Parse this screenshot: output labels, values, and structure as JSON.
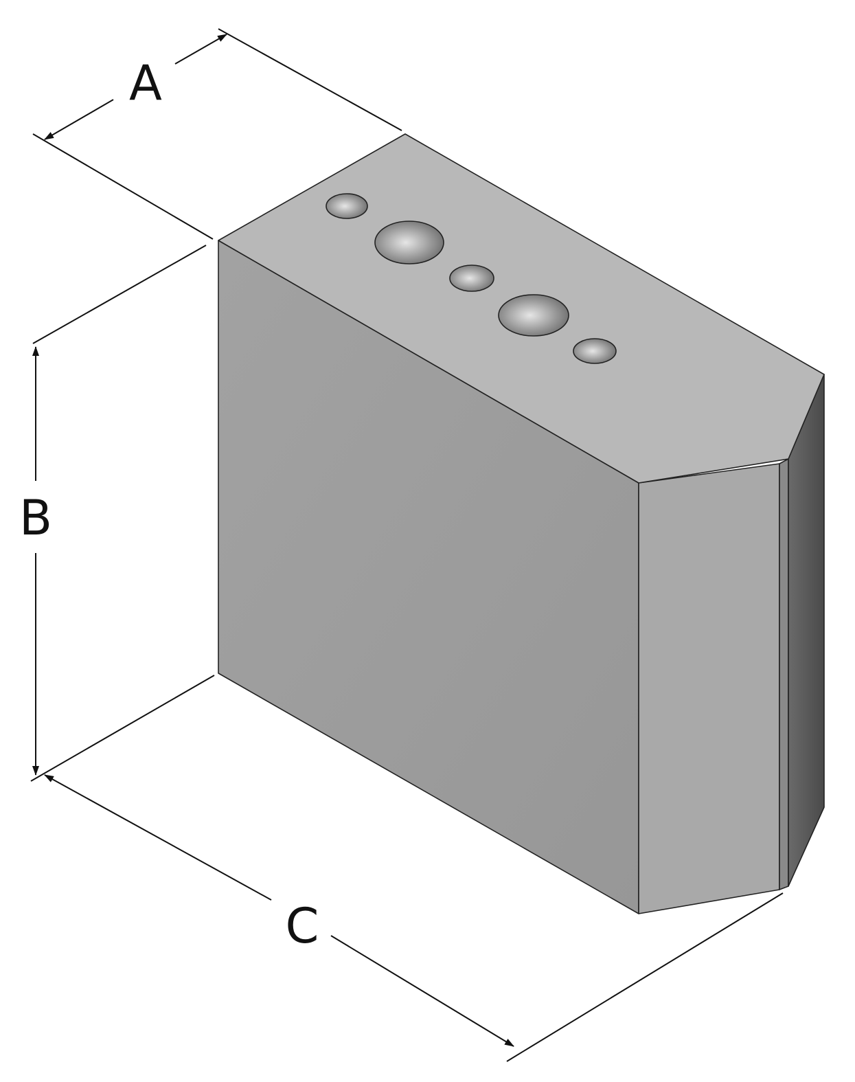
{
  "diagram": {
    "type": "isometric dimension drawing",
    "dimensions": [
      {
        "id": "A",
        "label": "A"
      },
      {
        "id": "B",
        "label": "B"
      },
      {
        "id": "C",
        "label": "C"
      }
    ],
    "holes_count": 5,
    "colors": {
      "top_face": "#b7b7b7",
      "front_face": "#9e9e9e",
      "chamfer_face": "#a8a8a8",
      "side_face": "#555555",
      "lines": "#111111"
    }
  }
}
